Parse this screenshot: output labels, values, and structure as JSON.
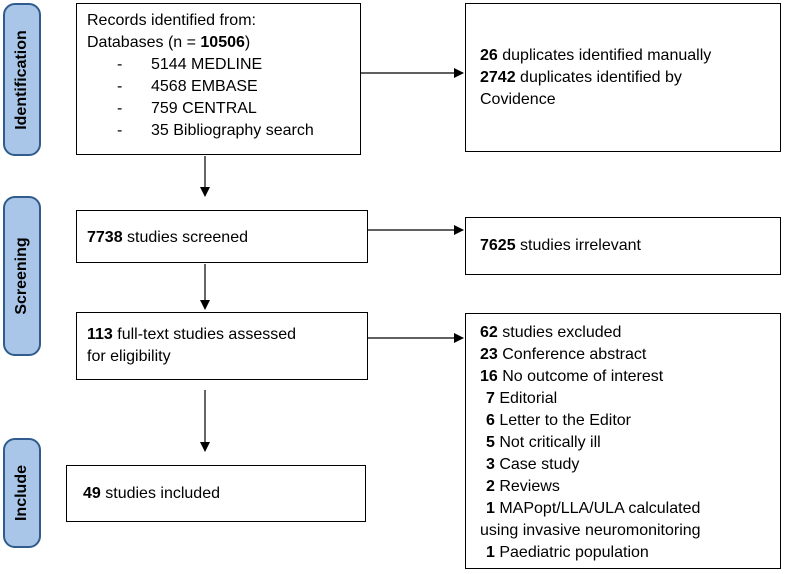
{
  "phases": {
    "identification": "Identification",
    "screening": "Screening",
    "include": "Include"
  },
  "identification_box": {
    "line1": "Records identified from:",
    "line2_prefix": "Databases (n = ",
    "line2_count": "10506",
    "line2_suffix": ")",
    "dash": "-",
    "sources": [
      "5144 MEDLINE",
      "4568 EMBASE",
      "759 CENTRAL",
      "35 Bibliography search"
    ]
  },
  "duplicates_box": {
    "manual_count": "26",
    "manual_text": " duplicates identified manually",
    "covidence_count": "2742",
    "covidence_text": " duplicates identified by",
    "covidence_text2": "Covidence"
  },
  "screened_box": {
    "count": "7738",
    "text": " studies screened"
  },
  "irrelevant_box": {
    "count": "7625",
    "text": " studies irrelevant"
  },
  "fulltext_box": {
    "count": "113",
    "text": " full-text studies assessed",
    "text2": "for eligibility"
  },
  "excluded_box": {
    "header_count": "62",
    "header_text": " studies excluded",
    "items": [
      {
        "count": "23",
        "text": " Conference abstract"
      },
      {
        "count": "16",
        "text": " No outcome of interest"
      },
      {
        "count": "7",
        "text": " Editorial"
      },
      {
        "count": "6",
        "text": " Letter to the Editor"
      },
      {
        "count": "5",
        "text": " Not critically ill"
      },
      {
        "count": "3",
        "text": " Case study"
      },
      {
        "count": "2",
        "text": " Reviews"
      },
      {
        "count": "1",
        "text": " MAPopt/LLA/ULA calculated"
      }
    ],
    "continuation": "using invasive neuromonitoring",
    "last": {
      "count": "1",
      "text": " Paediatric population"
    }
  },
  "included_box": {
    "count": "49",
    "text": " studies included"
  }
}
